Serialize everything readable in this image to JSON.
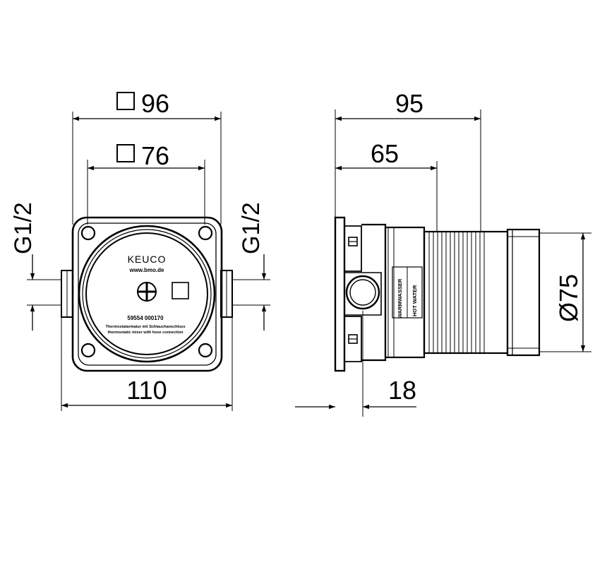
{
  "front_view": {
    "dim_outer_width": "96",
    "dim_inner_width": "76",
    "dim_total_width": "110",
    "thread_left": "G1/2",
    "thread_right": "G1/2",
    "brand": "KEUCO",
    "website": "www.bmo.de",
    "part_number": "59554 000170",
    "desc_de": "Thermostatarmatur mit Schlauchanschluss",
    "desc_en": "thermostatic mixer with hose connection"
  },
  "side_view": {
    "dim_total_depth": "95",
    "dim_body_depth": "65",
    "dim_diameter": "Ø75",
    "dim_offset": "18",
    "label_de": "WARMWASSER",
    "label_en": "HOT WATER"
  }
}
